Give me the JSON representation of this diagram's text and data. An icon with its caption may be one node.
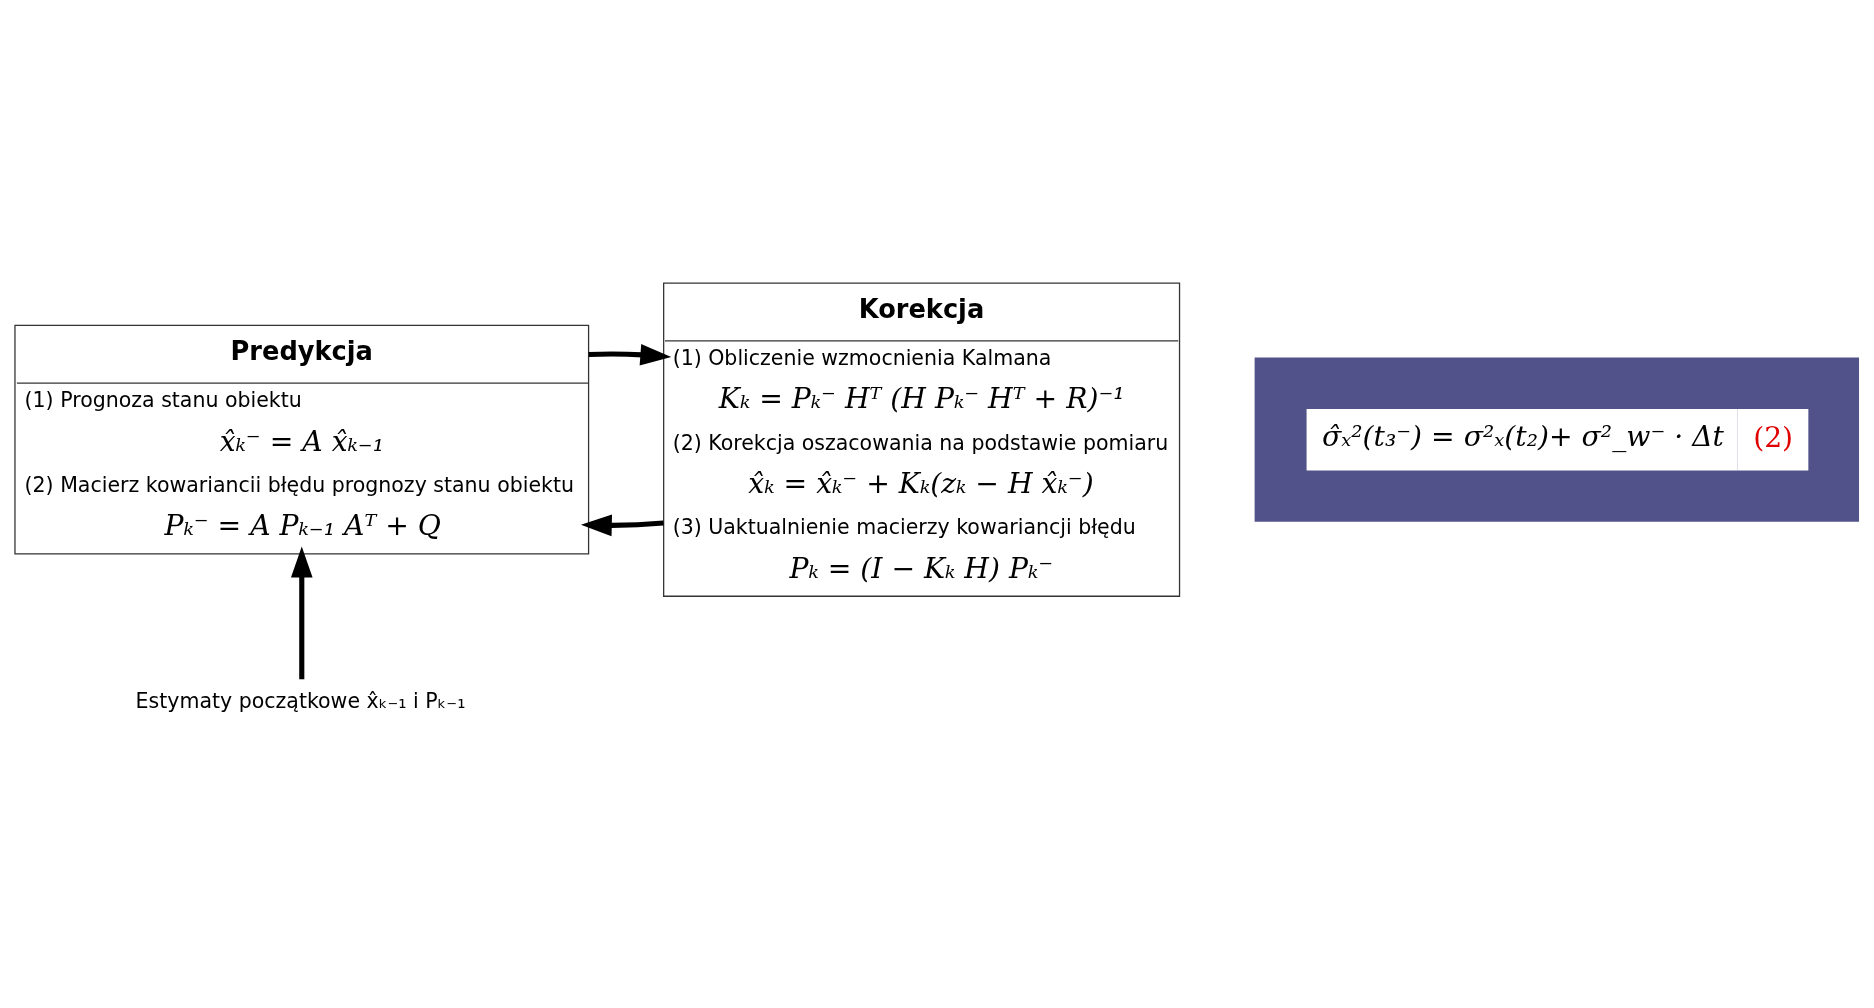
{
  "diagram": {
    "nodes": [
      {
        "text": [
          "Predykcja",
          "(1) Prognoza stanu obiektu",
          "x̂ₖ⁻ = A x̂ₖ₋₁",
          "(2) Macierz kowariancii błędu prognozy stanu obiektu",
          "Pₖ⁻ = A Pₖ₋₁ Aᵀ + Q"
        ]
      },
      {
        "text": [
          "Korekcja",
          "(1) Obliczenie wzmocnienia Kalmana",
          "Kₖ = Pₖ⁻ Hᵀ (H Pₖ⁻ Hᵀ + R)⁻¹",
          "(2) Korekcja oszacowania na podstawie pomiaru",
          "x̂ₖ = x̂ₖ⁻ + Kₖ(zₖ − H x̂ₖ⁻)",
          "(3) Uaktualnienie macierzy kowariancji błędu",
          "Pₖ = (I − Kₖ H) Pₖ⁻"
        ]
      },
      {
        "text": [
          "σ̂ₓ²(t₃⁻) = σ²ₓ(t₂)+ σ²_w⁻ · Δt",
          "(2)"
        ]
      },
      {
        "text": [
          "Estymaty początkowe x̂ₖ₋₁ i Pₖ₋₁"
        ]
      }
    ],
    "edges": [
      {
        "from": 0,
        "to": 1,
        "arrow": "to"
      },
      {
        "from": 1,
        "to": 0,
        "arrow": "to"
      },
      {
        "from": 3,
        "to": 0,
        "arrow": "to"
      }
    ]
  }
}
